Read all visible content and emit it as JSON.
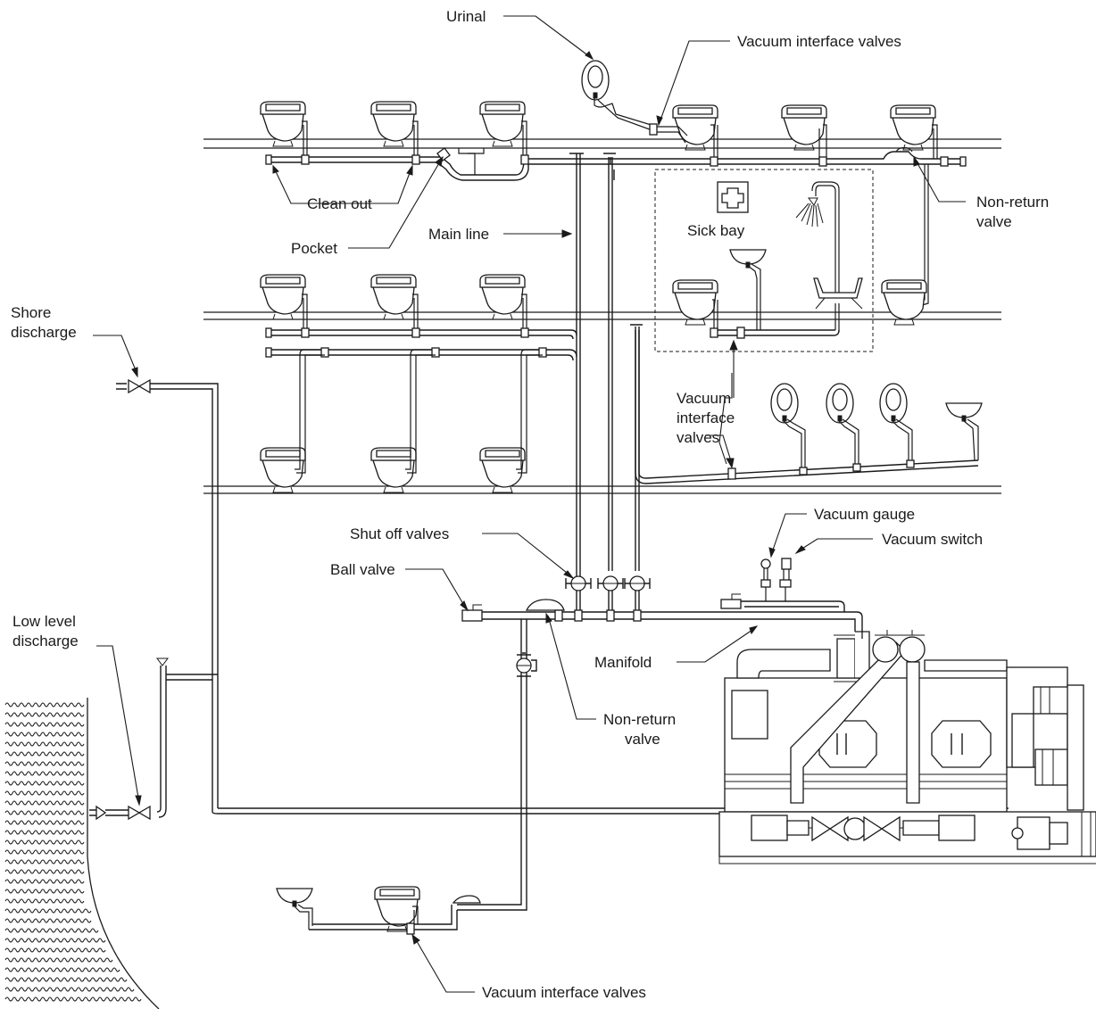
{
  "labels": {
    "urinal": "Urinal",
    "vacuum_interface_valves_top": "Vacuum interface valves",
    "clean_out": "Clean out",
    "pocket": "Pocket",
    "main_line": "Main line",
    "non_return_valve_top_1": "Non-return",
    "non_return_valve_top_2": "valve",
    "sick_bay": "Sick bay",
    "shore_discharge_1": "Shore",
    "shore_discharge_2": "discharge",
    "vacuum_interface_valves_mid_1": "Vacuum",
    "vacuum_interface_valves_mid_2": "interface",
    "vacuum_interface_valves_mid_3": "valves",
    "vacuum_gauge": "Vacuum gauge",
    "vacuum_switch": "Vacuum switch",
    "shut_off_valves": "Shut off valves",
    "ball_valve": "Ball valve",
    "low_level_discharge_1": "Low level",
    "low_level_discharge_2": "discharge",
    "manifold": "Manifold",
    "non_return_valve_bottom_1": "Non-return",
    "non_return_valve_bottom_2": "valve",
    "vacuum_interface_valves_bottom": "Vacuum interface valves"
  },
  "icons": {
    "toilet": "toilet-icon",
    "urinal": "urinal-icon",
    "washbasin": "washbasin-icon",
    "shower": "shower-icon",
    "first_aid": "first-aid-cross-icon",
    "valve": "valve-icon",
    "vacuum_unit": "vacuum-unit-icon"
  }
}
